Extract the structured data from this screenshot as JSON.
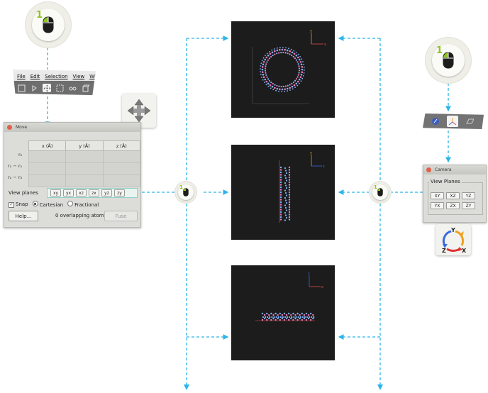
{
  "menubar": {
    "items": [
      "File",
      "Edit",
      "Selection",
      "View",
      "Wi"
    ]
  },
  "mouse_badges": [
    {
      "number": "1"
    },
    {
      "number": "1"
    },
    {
      "number": "1"
    },
    {
      "number": "1"
    }
  ],
  "move_dialog": {
    "title": "Move",
    "columns": [
      "x (Å)",
      "y (Å)",
      "z (Å)"
    ],
    "rows": [
      "r₂",
      "r₁ − r₀",
      "r₂ − r₃"
    ],
    "view_planes_label": "View planes",
    "view_plane_buttons": [
      "xy",
      "yx",
      "xz",
      "zx",
      "yz",
      "zy"
    ],
    "snap_label": "Snap",
    "cartesian_label": "Cartesian",
    "fractional_label": "Fractional",
    "help_label": "Help...",
    "overlap_text": "0 overlapping atoms",
    "fuse_label": "Fuse"
  },
  "camera_dialog": {
    "title": "Camera",
    "group_title": "View Planes",
    "buttons": [
      "XY",
      "XZ",
      "YZ",
      "YX",
      "ZX",
      "ZY"
    ]
  },
  "viewports": [
    {
      "axis_labels": [
        "y",
        "x"
      ]
    },
    {
      "axis_labels": [
        "y",
        "z"
      ]
    },
    {
      "axis_labels": [
        "z",
        "x"
      ]
    }
  ],
  "camera_icon": {
    "labels": [
      "Y",
      "Z",
      "X"
    ]
  },
  "colors": {
    "flow_line": "#2bb5e8",
    "badge_number": "#8fc31f",
    "viewport_bg": "#1c1c1c",
    "atom_blue": "#7fb3ff",
    "atom_pink": "#f078b8",
    "highlight_teal": "#8fd0c8"
  }
}
